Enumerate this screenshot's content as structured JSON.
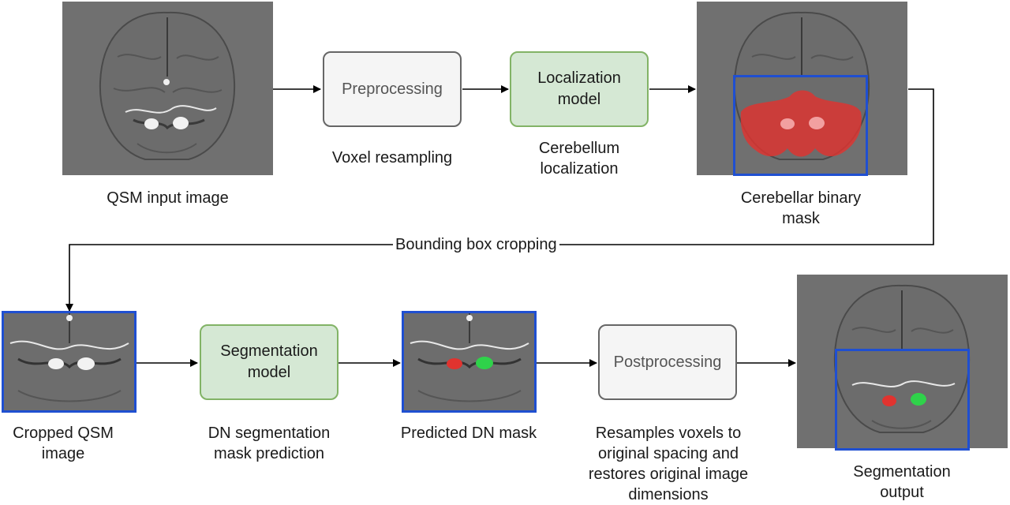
{
  "nodes": {
    "preprocessing": "Preprocessing",
    "localization_model": "Localization\nmodel",
    "segmentation_model": "Segmentation\nmodel",
    "postprocessing": "Postprocessing"
  },
  "captions": {
    "qsm_input": "QSM input image",
    "voxel_resampling": "Voxel resampling",
    "cerebellum_localization": "Cerebellum\nlocalization",
    "cerebellar_mask": "Cerebellar binary\nmask",
    "cropped_qsm": "Cropped QSM\nimage",
    "dn_prediction": "DN segmentation\nmask prediction",
    "predicted_dn": "Predicted DN mask",
    "resamples": "Resamples voxels to\noriginal spacing and\nrestores original image\ndimensions",
    "segmentation_output": "Segmentation\noutput"
  },
  "edges": {
    "bounding_box_cropping": "Bounding box cropping"
  },
  "colors": {
    "mask_red": "#e0332f",
    "mask_green": "#2fd24a",
    "frame_blue": "#1f4fd1",
    "green_fill": "#d5e8d4",
    "green_stroke": "#82b366",
    "gray_fill": "#f5f5f5",
    "gray_stroke": "#666666"
  }
}
